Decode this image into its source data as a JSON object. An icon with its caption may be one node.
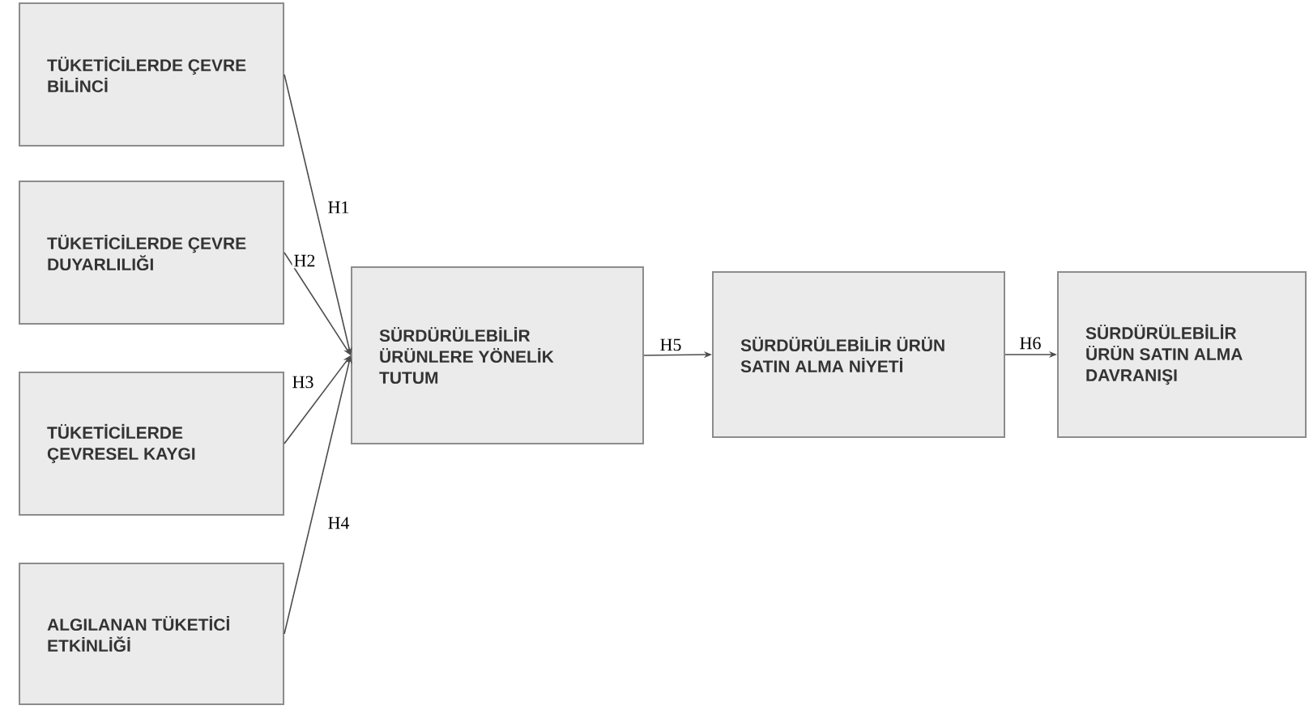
{
  "diagram": {
    "nodes": [
      {
        "text": [
          "TÜKETİCİLERDE ÇEVRE BİLİNCİ"
        ]
      },
      {
        "text": [
          "TÜKETİCİLERDE ÇEVRE DUYARLILIĞI"
        ]
      },
      {
        "text": [
          "TÜKETİCİLERDE ÇEVRESEL KAYGI"
        ]
      },
      {
        "text": [
          "ALGILANAN TÜKETİCİ ETKİNLİĞİ"
        ]
      },
      {
        "text": [
          "SÜRDÜRÜLEBİLİR ÜRÜNLERE YÖNELİK TUTUM"
        ]
      },
      {
        "text": [
          "SÜRDÜRÜLEBİLİR ÜRÜN SATIN ALMA NİYETİ"
        ]
      },
      {
        "text": [
          "SÜRDÜRÜLEBİLİR ÜRÜN SATIN ALMA DAVRANIŞI"
        ]
      }
    ],
    "edges": [
      {
        "from": 0,
        "to": 4,
        "arrow": "to",
        "label": "H1"
      },
      {
        "from": 1,
        "to": 4,
        "arrow": "to",
        "label": "H2"
      },
      {
        "from": 2,
        "to": 4,
        "arrow": "to",
        "label": "H3"
      },
      {
        "from": 3,
        "to": 4,
        "arrow": "to",
        "label": "H4"
      },
      {
        "from": 4,
        "to": 5,
        "arrow": "to",
        "label": "H5"
      },
      {
        "from": 5,
        "to": 6,
        "arrow": "to",
        "label": "H6"
      }
    ]
  }
}
